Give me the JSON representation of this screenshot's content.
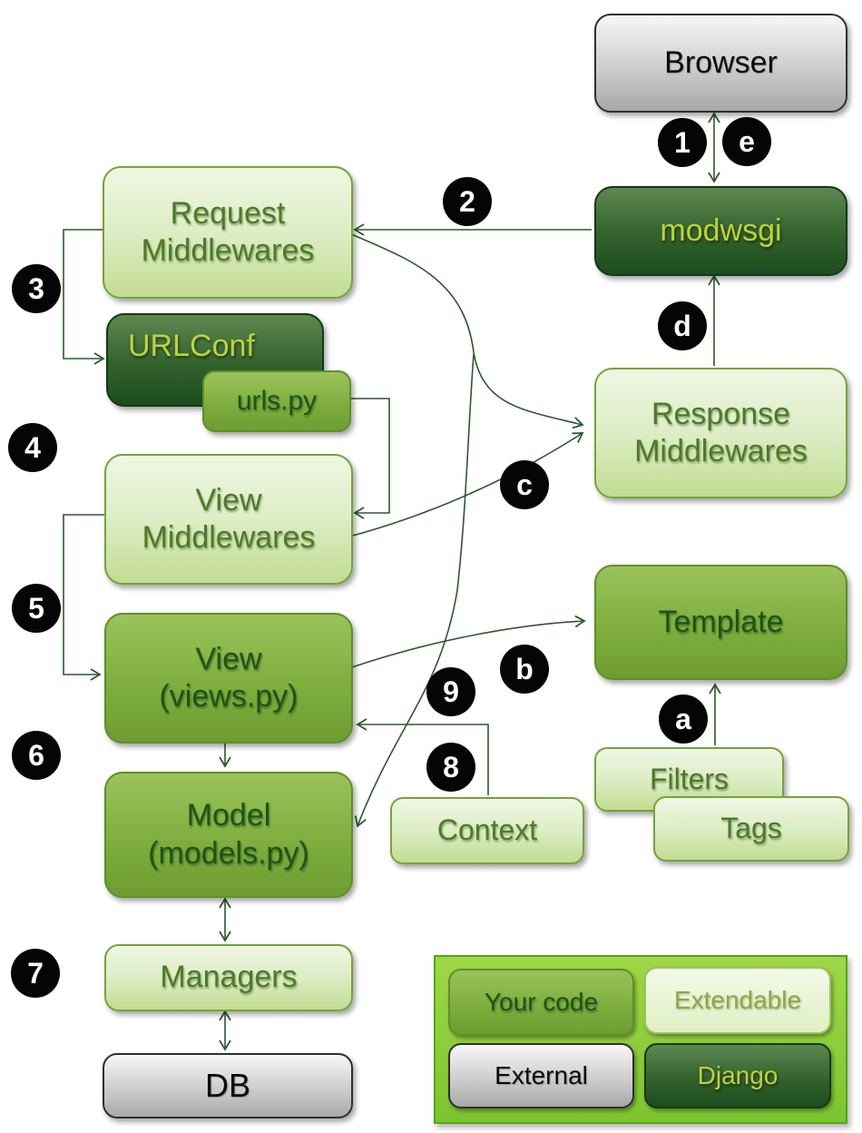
{
  "nodes": {
    "browser": {
      "label": "Browser"
    },
    "modwsgi": {
      "label": "modwsgi"
    },
    "request_middlewares": {
      "line1": "Request",
      "line2": "Middlewares"
    },
    "urlconf": {
      "label": "URLConf"
    },
    "urls_py": {
      "label": "urls.py"
    },
    "view_middlewares": {
      "line1": "View",
      "line2": "Middlewares"
    },
    "view": {
      "line1": "View",
      "line2": "(views.py)"
    },
    "model": {
      "line1": "Model",
      "line2": "(models.py)"
    },
    "managers": {
      "label": "Managers"
    },
    "db": {
      "label": "DB"
    },
    "response_middlewares": {
      "line1": "Response",
      "line2": "Middlewares"
    },
    "template": {
      "label": "Template"
    },
    "filters": {
      "label": "Filters"
    },
    "tags": {
      "label": "Tags"
    },
    "context": {
      "label": "Context"
    }
  },
  "badges": {
    "n1": "1",
    "n2": "2",
    "n3": "3",
    "n4": "4",
    "n5": "5",
    "n6": "6",
    "n7": "7",
    "n8": "8",
    "n9": "9",
    "a": "a",
    "b": "b",
    "c": "c",
    "d": "d",
    "e": "e"
  },
  "legend": {
    "your_code": "Your code",
    "extendable": "Extendable",
    "external": "External",
    "django": "Django"
  },
  "colors": {
    "arrow": "#2b5a2b",
    "badge_bg": "#050505",
    "badge_text": "#ffffff",
    "dark_box_text": "#bdd23c",
    "mid_box_text": "#1d5417",
    "light_box_text": "#4e7a28",
    "legend_panel": "#7dc42f"
  }
}
